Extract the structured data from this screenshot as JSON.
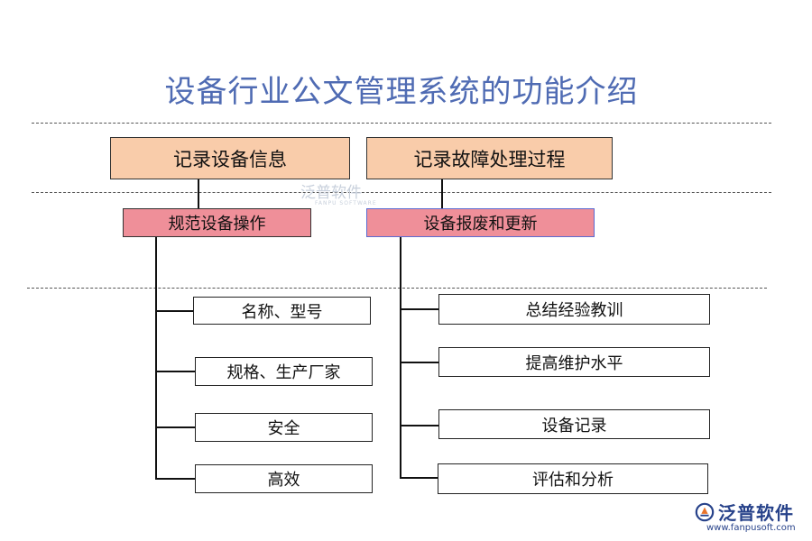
{
  "title": "设备行业公文管理系统的功能介绍",
  "top_boxes": [
    "记录设备信息",
    "记录故障处理过程"
  ],
  "mid_boxes": [
    "规范设备操作",
    "设备报废和更新"
  ],
  "left_items": [
    "名称、型号",
    "规格、生产厂家",
    "安全",
    "高效"
  ],
  "right_items": [
    "总结经验教训",
    "提高维护水平",
    "设备记录",
    "评估和分析"
  ],
  "watermark": {
    "text": "泛普软件",
    "sub": "FANPU SOFTWARE"
  },
  "logo": {
    "text": "泛普软件",
    "url": "www.fanpusoft.com",
    "icon": "fanpu-logo-icon"
  },
  "colors": {
    "title": "#4f6bb3",
    "top_box": "#f9ccaa",
    "mid_box": "#ef8f99",
    "logo": "#27428a"
  }
}
